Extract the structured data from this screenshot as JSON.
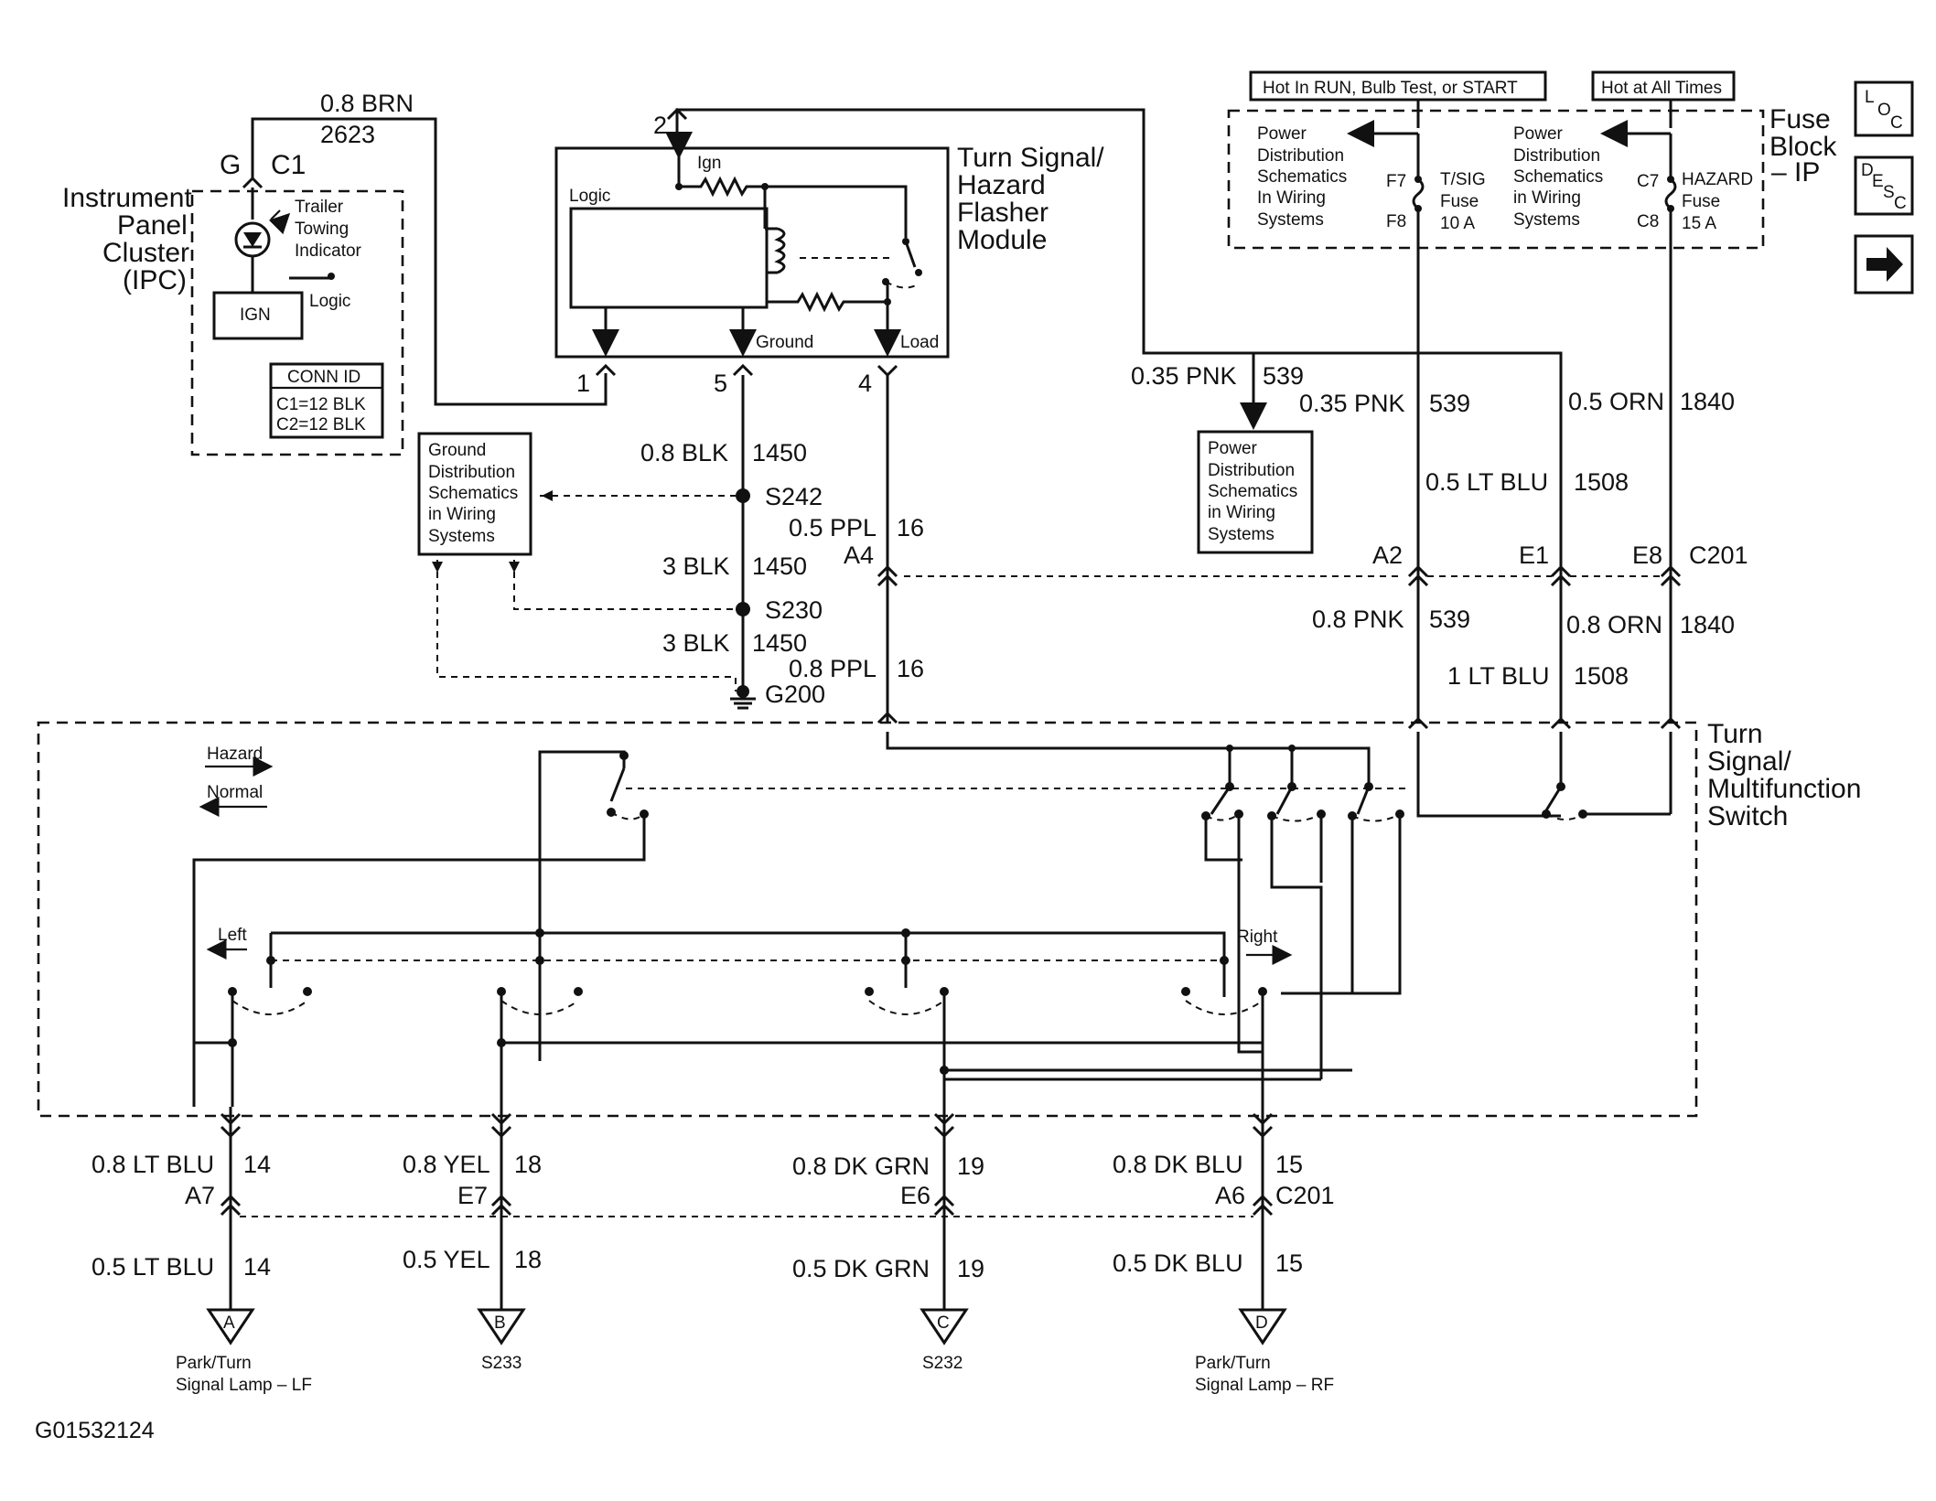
{
  "figure_id": "G01532124",
  "nav": {
    "loc": [
      "L",
      "O",
      "C"
    ],
    "desc": [
      "D",
      "E",
      "S",
      "C"
    ]
  },
  "hot_labels": {
    "run": "Hot In RUN, Bulb Test, or START",
    "all": "Hot at All Times"
  },
  "fuse_block": {
    "title": [
      "Fuse",
      "Block",
      "– IP"
    ],
    "pdist_left": [
      "Power",
      "Distribution",
      "Schematics",
      "In Wiring",
      "Systems"
    ],
    "pdist_right": [
      "Power",
      "Distribution",
      "Schematics",
      "in Wiring",
      "Systems"
    ],
    "tsig": [
      "T/SIG",
      "Fuse",
      "10 A"
    ],
    "hazard": [
      "HAZARD",
      "Fuse",
      "15 A"
    ],
    "f7": "F7",
    "f8": "F8",
    "c7": "C7",
    "c8": "C8"
  },
  "ipc": {
    "title": [
      "Instrument",
      "Panel",
      "Cluster",
      "(IPC)"
    ],
    "indicator": [
      "Trailer",
      "Towing",
      "Indicator"
    ],
    "ign": "IGN",
    "logic": "Logic",
    "conn_title": "CONN ID",
    "conn_rows": [
      "C1=12 BLK",
      "C2=12 BLK"
    ],
    "pin_g": "G",
    "conn_c1": "C1"
  },
  "flasher": {
    "title": [
      "Turn Signal/",
      "Hazard",
      "Flasher",
      "Module"
    ],
    "ign": "Ign",
    "logic": "Logic",
    "ground": "Ground",
    "load": "Load",
    "pins": [
      "2",
      "1",
      "5",
      "4"
    ]
  },
  "ground_box": [
    "Ground",
    "Distribution",
    "Schematics",
    "in Wiring",
    "Systems"
  ],
  "pd_box": [
    "Power",
    "Distribution",
    "Schematics",
    "in Wiring",
    "Systems"
  ],
  "wires": {
    "brn_gauge": "0.8 BRN",
    "brn_circuit": "2623",
    "blk1": [
      "0.8 BLK",
      "1450"
    ],
    "blk2": [
      "3 BLK",
      "1450"
    ],
    "blk3": [
      "3 BLK",
      "1450"
    ],
    "ppl1": [
      "0.5 PPL",
      "16"
    ],
    "ppl2": [
      "0.8 PPL",
      "16"
    ],
    "pnk_top": [
      "0.35 PNK",
      "539"
    ],
    "pnk_mid": [
      "0.35 PNK",
      "539"
    ],
    "pnk_low": [
      "0.8 PNK",
      "539"
    ],
    "ltblu_up": [
      "0.5 LT BLU",
      "1508"
    ],
    "ltblu_low": [
      "1 LT BLU",
      "1508"
    ],
    "orn_up": [
      "0.5 ORN",
      "1840"
    ],
    "orn_low": [
      "0.8 ORN",
      "1840"
    ]
  },
  "splices": {
    "s242": "S242",
    "s230": "S230",
    "g200": "G200"
  },
  "connector_mid": {
    "a4": "A4",
    "a2": "A2",
    "e1": "E1",
    "e8": "E8",
    "c201": "C201"
  },
  "switch": {
    "title": [
      "Turn",
      "Signal/",
      "Multifunction",
      "Switch"
    ],
    "hazard": "Hazard",
    "normal": "Normal",
    "left": "Left",
    "right": "Right"
  },
  "outputs": [
    {
      "up": [
        "0.8 LT BLU",
        "14"
      ],
      "pin": "A7",
      "down": [
        "0.5 LT BLU",
        "14"
      ],
      "letter": "A",
      "dest": [
        "Park/Turn",
        "Signal Lamp – LF"
      ]
    },
    {
      "up": [
        "0.8 YEL",
        "18"
      ],
      "pin": "E7",
      "down": [
        "0.5 YEL",
        "18"
      ],
      "letter": "B",
      "dest": [
        "S233"
      ]
    },
    {
      "up": [
        "0.8 DK GRN",
        "19"
      ],
      "pin": "E6",
      "down": [
        "0.5 DK GRN",
        "19"
      ],
      "letter": "C",
      "dest": [
        "S232"
      ]
    },
    {
      "up": [
        "0.8 DK BLU",
        "15"
      ],
      "pin": "A6",
      "down": [
        "0.5 DK BLU",
        "15"
      ],
      "letter": "D",
      "dest": [
        "Park/Turn",
        "Signal Lamp – RF"
      ]
    }
  ],
  "connector_low": "C201"
}
